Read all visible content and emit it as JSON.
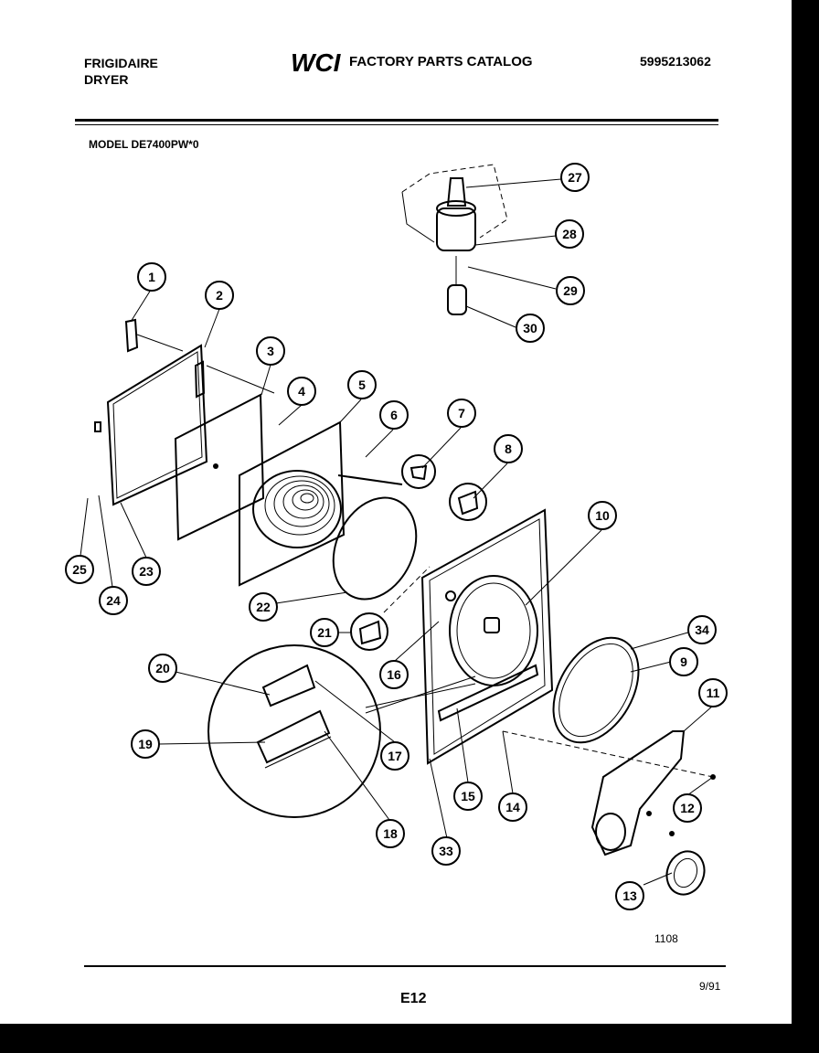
{
  "header": {
    "brand_line1": "FRIGIDAIRE",
    "brand_line2": "DRYER",
    "catalog_title": "FACTORY PARTS CATALOG",
    "catalog_part_number": "5995213062",
    "logo_text": "WCI"
  },
  "model": "MODEL DE7400PW*0",
  "callouts": [
    "1",
    "2",
    "3",
    "4",
    "5",
    "6",
    "7",
    "8",
    "9",
    "10",
    "11",
    "12",
    "13",
    "14",
    "15",
    "16",
    "17",
    "18",
    "19",
    "20",
    "21",
    "22",
    "23",
    "24",
    "25",
    "27",
    "28",
    "29",
    "30",
    "33",
    "34"
  ],
  "footer": {
    "page_code": "E12",
    "date": "9/91",
    "drawing_number": "1108"
  }
}
